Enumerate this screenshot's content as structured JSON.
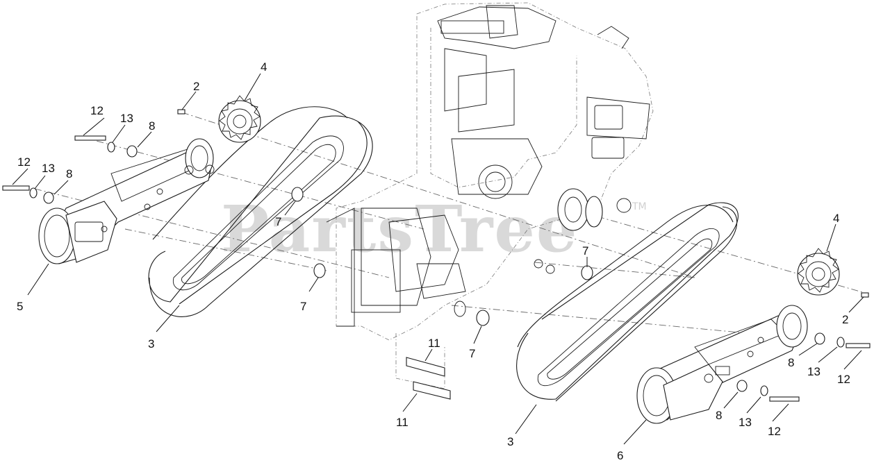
{
  "watermark": {
    "text": "PartsTree",
    "trademark": "TM"
  },
  "callouts": [
    {
      "id": "c2a",
      "label": "2"
    },
    {
      "id": "c4a",
      "label": "4"
    },
    {
      "id": "c12a",
      "label": "12"
    },
    {
      "id": "c13a",
      "label": "13"
    },
    {
      "id": "c8a",
      "label": "8"
    },
    {
      "id": "c12b",
      "label": "12"
    },
    {
      "id": "c13b",
      "label": "13"
    },
    {
      "id": "c8b",
      "label": "8"
    },
    {
      "id": "c7a",
      "label": "7"
    },
    {
      "id": "c5",
      "label": "5"
    },
    {
      "id": "c7b",
      "label": "7"
    },
    {
      "id": "c3a",
      "label": "3"
    },
    {
      "id": "c7c",
      "label": "7"
    },
    {
      "id": "c11a",
      "label": "11"
    },
    {
      "id": "c7d",
      "label": "7"
    },
    {
      "id": "c11b",
      "label": "11"
    },
    {
      "id": "c4b",
      "label": "4"
    },
    {
      "id": "c2b",
      "label": "2"
    },
    {
      "id": "c8c",
      "label": "8"
    },
    {
      "id": "c13c",
      "label": "13"
    },
    {
      "id": "c12c",
      "label": "12"
    },
    {
      "id": "c8d",
      "label": "8"
    },
    {
      "id": "c13d",
      "label": "13"
    },
    {
      "id": "c12d",
      "label": "12"
    },
    {
      "id": "c3b",
      "label": "3"
    },
    {
      "id": "c6",
      "label": "6"
    }
  ]
}
